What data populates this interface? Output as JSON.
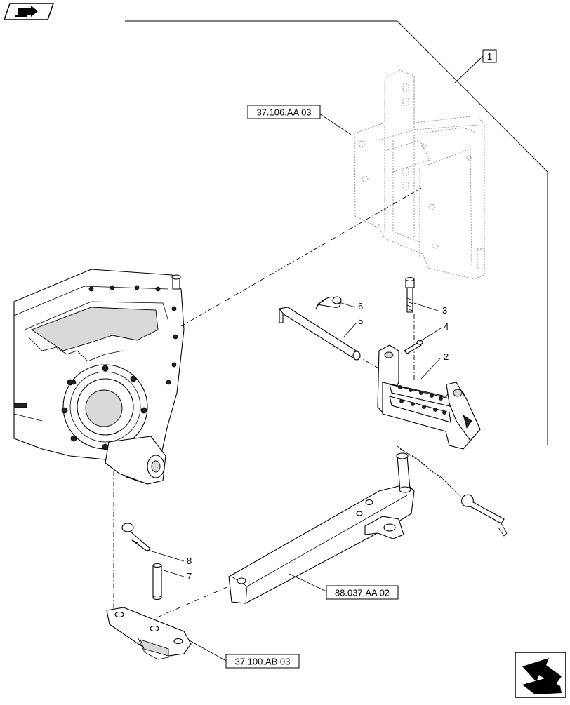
{
  "icons": {
    "top_left": "book-arrow-icon",
    "bottom_right": "next-page-arrow-icon"
  },
  "references": {
    "top": "37.106.AA 03",
    "drawbar": "88.037.AA 02",
    "bracket": "37.100.AB 03"
  },
  "callouts": {
    "c1": "1",
    "c2": "2",
    "c3": "3",
    "c4": "4",
    "c5": "5",
    "c6": "6",
    "c7": "7",
    "c8": "8"
  }
}
